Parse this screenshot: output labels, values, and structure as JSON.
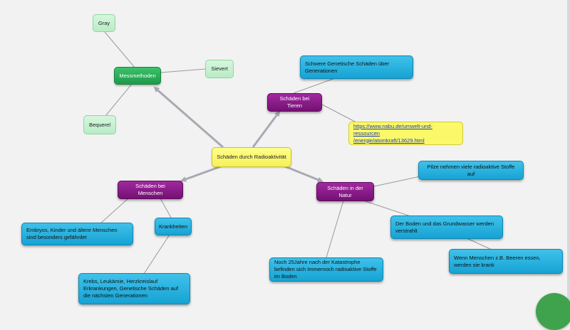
{
  "nodes": {
    "center": "Schäden durch Radioaktivität",
    "messmethoden": "Messmethoden",
    "gray": "Gray",
    "sievert": "Sievert",
    "bequerel": "Bequerel",
    "tiere": "Schäden bei Tieren",
    "tiere_genetisch": "Schwere Genetische Schäden über Generationen",
    "link": "https://www.nabu.de/umwelt-und-ressourcen/energie/atomkraft/13629.html",
    "menschen": "Schäden bei Menschen",
    "embryos": "Embryos, Kinder und ältere Menschen sind besonders gefährdet",
    "krankheiten": "Krankheiten",
    "krebs": "Krebs, Leukämie, Herzkreislauf Erkrankungen, Genetische Schäden auf die nächsten Generationen",
    "natur": "Schäden in der Natur",
    "pilze": "Pilze nehmen viele  radioaktive Stoffe auf",
    "boden": "Der Boden und das Grundwasser werden verstrahlt",
    "jahre": "Noch 25Jahre nach der Katastrophe befinden sich Immernoch radioaktive Stoffe im Boden",
    "beeren": "Wenn Menschen z.B. Beeren essen, werden sie krank"
  },
  "link_lines": [
    "https://www.nabu.de/umwelt-und-ressourcen",
    "/energie/atomkraft/13629.html"
  ],
  "colors": {
    "arrow": "#a9a9b3",
    "line": "#9a9a9a"
  }
}
